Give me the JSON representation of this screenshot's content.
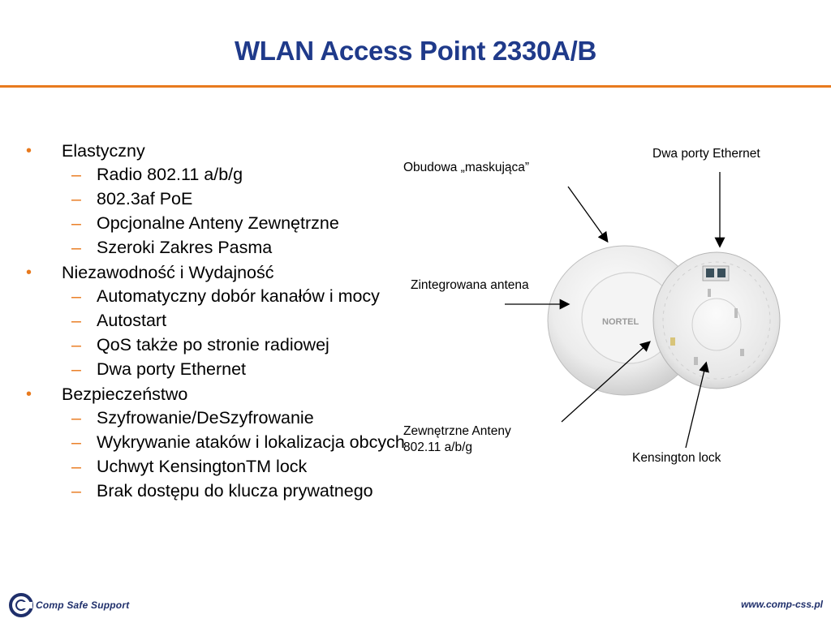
{
  "slide": {
    "title": "WLAN Access Point 2330A/B",
    "accent_color": "#e87a1e",
    "title_color": "#1f3a8a"
  },
  "bullets": [
    {
      "level": 1,
      "text": "Elastyczny"
    },
    {
      "level": 2,
      "text": "Radio 802.11 a/b/g"
    },
    {
      "level": 2,
      "text": "802.3af PoE"
    },
    {
      "level": 2,
      "text": "Opcjonalne Anteny Zewnętrzne"
    },
    {
      "level": 2,
      "text": "Szeroki Zakres Pasma"
    },
    {
      "level": 1,
      "text": "Niezawodność i Wydajność"
    },
    {
      "level": 2,
      "text": "Automatyczny dobór kanałów i mocy"
    },
    {
      "level": 2,
      "text": "Autostart"
    },
    {
      "level": 2,
      "text": "QoS także po stronie radiowej"
    },
    {
      "level": 2,
      "text": "Dwa porty Ethernet"
    },
    {
      "level": 1,
      "text": "Bezpieczeństwo"
    },
    {
      "level": 2,
      "text": "Szyfrowanie/DeSzyfrowanie"
    },
    {
      "level": 2,
      "text": "Wykrywanie ataków i lokalizacja obcych"
    },
    {
      "level": 2,
      "text": "Uchwyt KensingtonTM lock"
    },
    {
      "level": 2,
      "text": "Brak dostępu do klucza prywatnego"
    }
  ],
  "markers": {
    "level1": "•",
    "level2": "–"
  },
  "callouts": {
    "housing": "Obudowa „maskująca”",
    "ethernet": "Dwa porty Ethernet",
    "antenna": "Zintegrowana antena",
    "external_line1": "Zewnętrzne Anteny",
    "external_line2": "802.11 a/b/g",
    "kensington": "Kensington lock"
  },
  "device": {
    "brand_text": "NORTEL"
  },
  "footer": {
    "company": "Comp Safe Support",
    "url": "www.comp-css.pl"
  }
}
